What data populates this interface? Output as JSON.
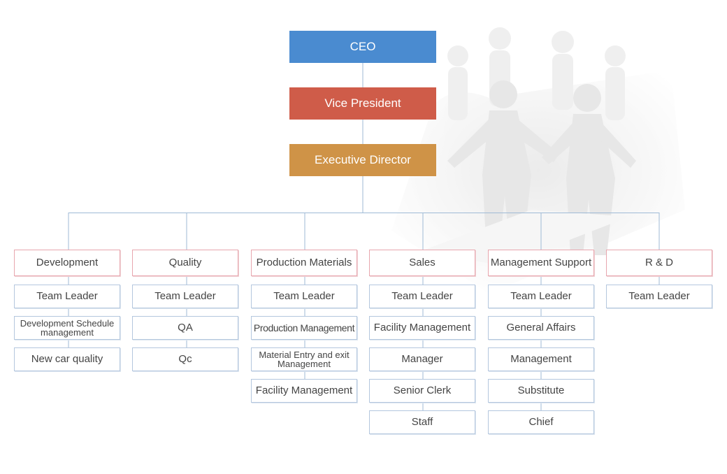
{
  "top": {
    "ceo": "CEO",
    "vice_president": "Vice President",
    "executive_director": "Executive Director"
  },
  "colors": {
    "ceo": "#4a8bd0",
    "vice_president": "#cf5c49",
    "executive_director": "#cf9347",
    "department_border": "#e8a6ae",
    "role_border": "#b4c7de",
    "connector": "#9fbad6"
  },
  "departments": [
    {
      "name": "Development",
      "roles": [
        "Team Leader",
        "Development Schedule management",
        "New car quality"
      ]
    },
    {
      "name": "Quality",
      "roles": [
        "Team Leader",
        "QA",
        "Qc"
      ]
    },
    {
      "name": "Production Materials",
      "roles": [
        "Team Leader",
        "Production Management",
        "Material Entry and exit Management",
        "Facility Management"
      ]
    },
    {
      "name": "Sales",
      "roles": [
        "Team Leader",
        "Facility Management",
        "Manager",
        "Senior Clerk",
        "Staff"
      ]
    },
    {
      "name": "Management Support",
      "roles": [
        "Team Leader",
        "General Affairs",
        "Management",
        "Substitute",
        "Chief"
      ]
    },
    {
      "name": "R & D",
      "roles": [
        "Team Leader"
      ]
    }
  ]
}
